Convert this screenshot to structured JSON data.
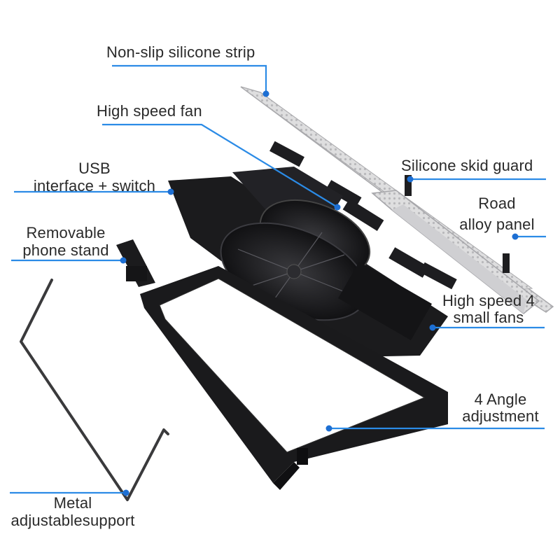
{
  "colors": {
    "callout_line": "#2b8be6",
    "callout_dot": "#1d6fd3",
    "frame": "#1b1b1d",
    "panel": "#d9d9db",
    "label_text": "#2a2a2a"
  },
  "callouts": {
    "non_slip_strip": "Non-slip silicone strip",
    "high_speed_fan": "High speed fan",
    "usb_line1": "USB",
    "usb_line2": "interface + switch",
    "skid_guard": "Silicone skid guard",
    "panel_line1": "Road",
    "panel_line2": "alloy panel",
    "phone_line1": "Removable",
    "phone_line2": "phone stand",
    "small_fans_line1": "High speed 4",
    "small_fans_line2": "small fans",
    "angle_line1": "4 Angle",
    "angle_line2": "adjustment",
    "metal_line1": "Metal",
    "metal_line2": "adjustablesupport"
  }
}
